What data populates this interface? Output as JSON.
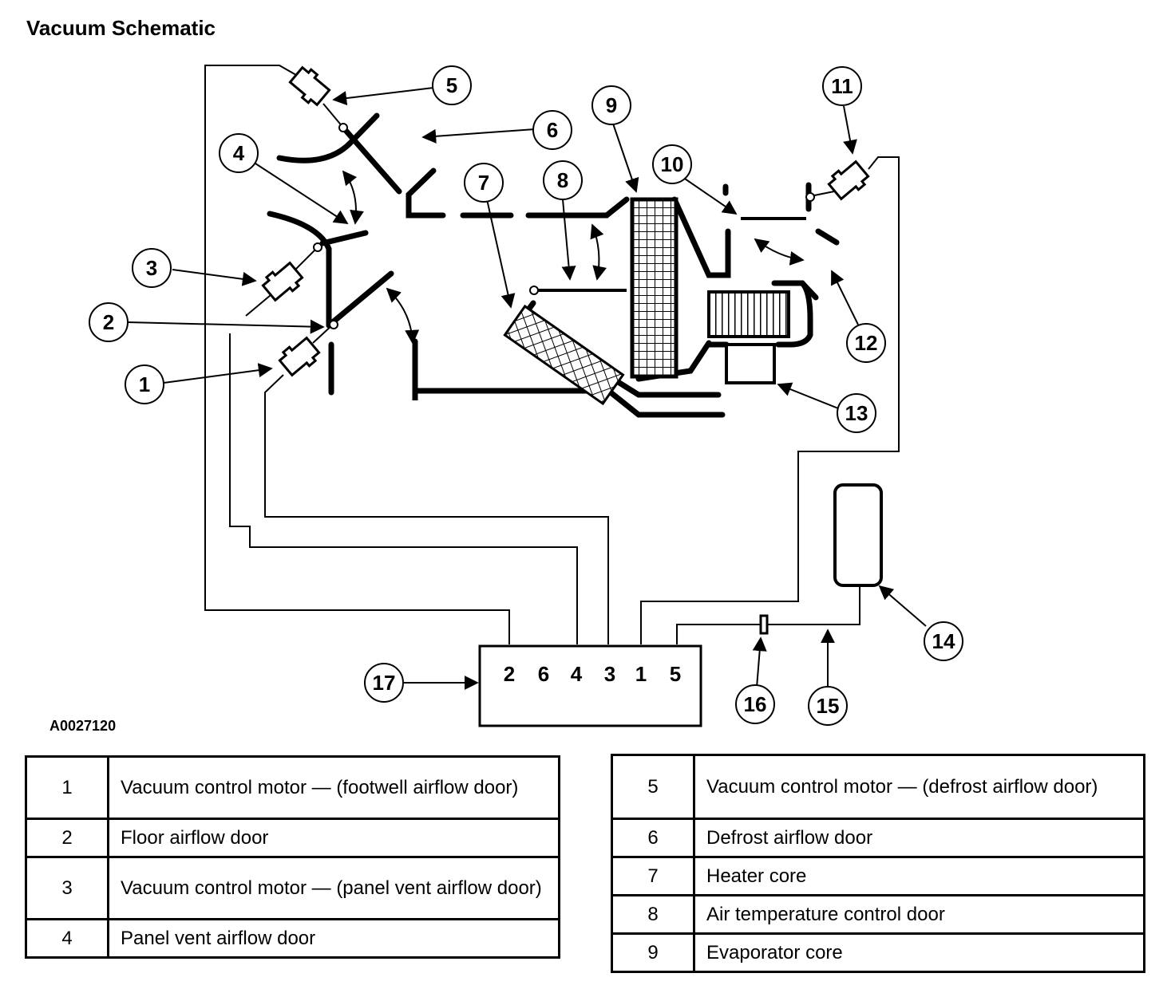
{
  "title": "Vacuum Schematic",
  "figure_id": "A0027120",
  "callouts": [
    "1",
    "2",
    "3",
    "4",
    "5",
    "6",
    "7",
    "8",
    "9",
    "10",
    "11",
    "12",
    "13",
    "14",
    "15",
    "16",
    "17"
  ],
  "selector_ports": [
    "2",
    "6",
    "4",
    "3",
    "1",
    "5"
  ],
  "legend_left": [
    {
      "num": "1",
      "desc": "Vacuum control motor — (footwell airflow door)"
    },
    {
      "num": "2",
      "desc": "Floor airflow door"
    },
    {
      "num": "3",
      "desc": "Vacuum control motor — (panel vent airflow door)"
    },
    {
      "num": "4",
      "desc": "Panel vent airflow door"
    }
  ],
  "legend_right": [
    {
      "num": "5",
      "desc": "Vacuum control motor — (defrost airflow door)"
    },
    {
      "num": "6",
      "desc": "Defrost airflow door"
    },
    {
      "num": "7",
      "desc": "Heater core"
    },
    {
      "num": "8",
      "desc": "Air temperature control door"
    },
    {
      "num": "9",
      "desc": "Evaporator core"
    }
  ]
}
